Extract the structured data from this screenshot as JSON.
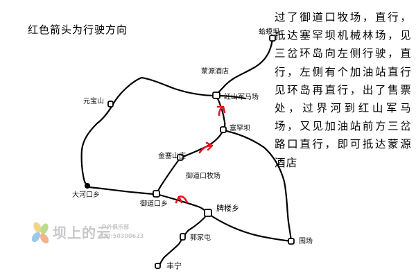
{
  "legend": {
    "title": "红色箭头为行驶方向"
  },
  "directions": {
    "text": "过了御道口牧场，直行，抵达塞罕坝机械林场，见三岔环岛向左侧行驶，直行，左侧有个加油站直行见环岛再直行，出了售票处，过界河到红山军马场，又见加油站前方三岔路口直行，即可抵达蒙源酒店"
  },
  "places": {
    "hayaoba": "蛤蟆坝",
    "mengyuan_hotel": "蒙源酒店",
    "hongshan_horse_farm": "红山军马场",
    "yuanbaoshan": "元宝山",
    "saihanba": "塞罕坝",
    "jinsaishanzhuang": "金塞山庄",
    "yudao_ranch": "御道口牧场",
    "dahekou": "大河口乡",
    "yudaokou": "御道口乡",
    "pailou": "牌楼乡",
    "guojiatun": "郭家屯",
    "weichang": "围场",
    "fengning": "丰宁"
  },
  "watermark": {
    "title": "坝上的云",
    "club": "户外俱乐部",
    "qq": "QQ:50300623"
  },
  "colors": {
    "road": "#000000",
    "arrow": "#e8141e",
    "watermark": "#c8c8c8"
  }
}
